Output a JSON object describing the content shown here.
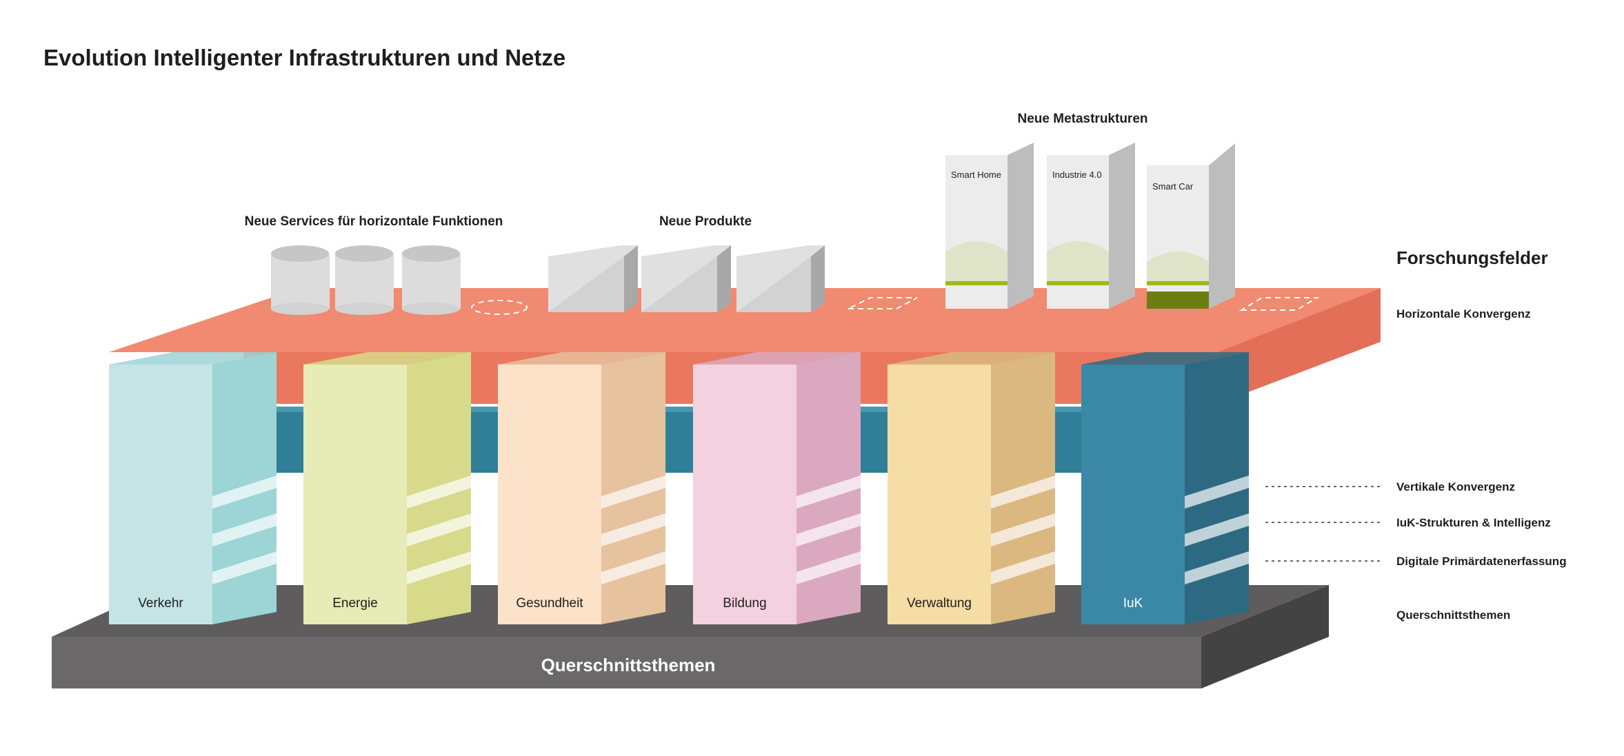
{
  "title": "Evolution Intelligenter Infrastrukturen und Netze",
  "groups": {
    "services": "Neue Services für horizontale Funktionen",
    "products": "Neue Produkte",
    "meta": "Neue Metastrukturen"
  },
  "meta_towers": [
    "Smart Home",
    "Industrie 4.0",
    "Smart Car"
  ],
  "base_label": "Querschnittsthemen",
  "pillars": [
    {
      "label": "Verkehr",
      "front": "#c4e4e5",
      "side": "#9dd4d6"
    },
    {
      "label": "Energie",
      "front": "#e7ebb5",
      "side": "#d7da8a"
    },
    {
      "label": "Gesundheit",
      "front": "#fbe2c8",
      "side": "#e6c29f"
    },
    {
      "label": "Bildung",
      "front": "#f4d1de",
      "side": "#dba9bf"
    },
    {
      "label": "Verwaltung",
      "front": "#f6dca5",
      "side": "#dbb880"
    },
    {
      "label": "IuK",
      "front": "#3a87a6",
      "side": "#2d6a82"
    }
  ],
  "legend": {
    "heading": "Forschungsfelder",
    "horizontal": "Horizontale Konvergenz",
    "vertical": "Vertikale Konvergenz",
    "iuk": "IuK-Strukturen & Intelligenz",
    "primary": "Digitale Primärdatenerfassung",
    "cross": "Querschnittsthemen"
  },
  "colors": {
    "slab_top": "#f08a70",
    "slab_front": "#e9785f",
    "beam": "#2f7f99",
    "base_front": "#6a6869"
  }
}
